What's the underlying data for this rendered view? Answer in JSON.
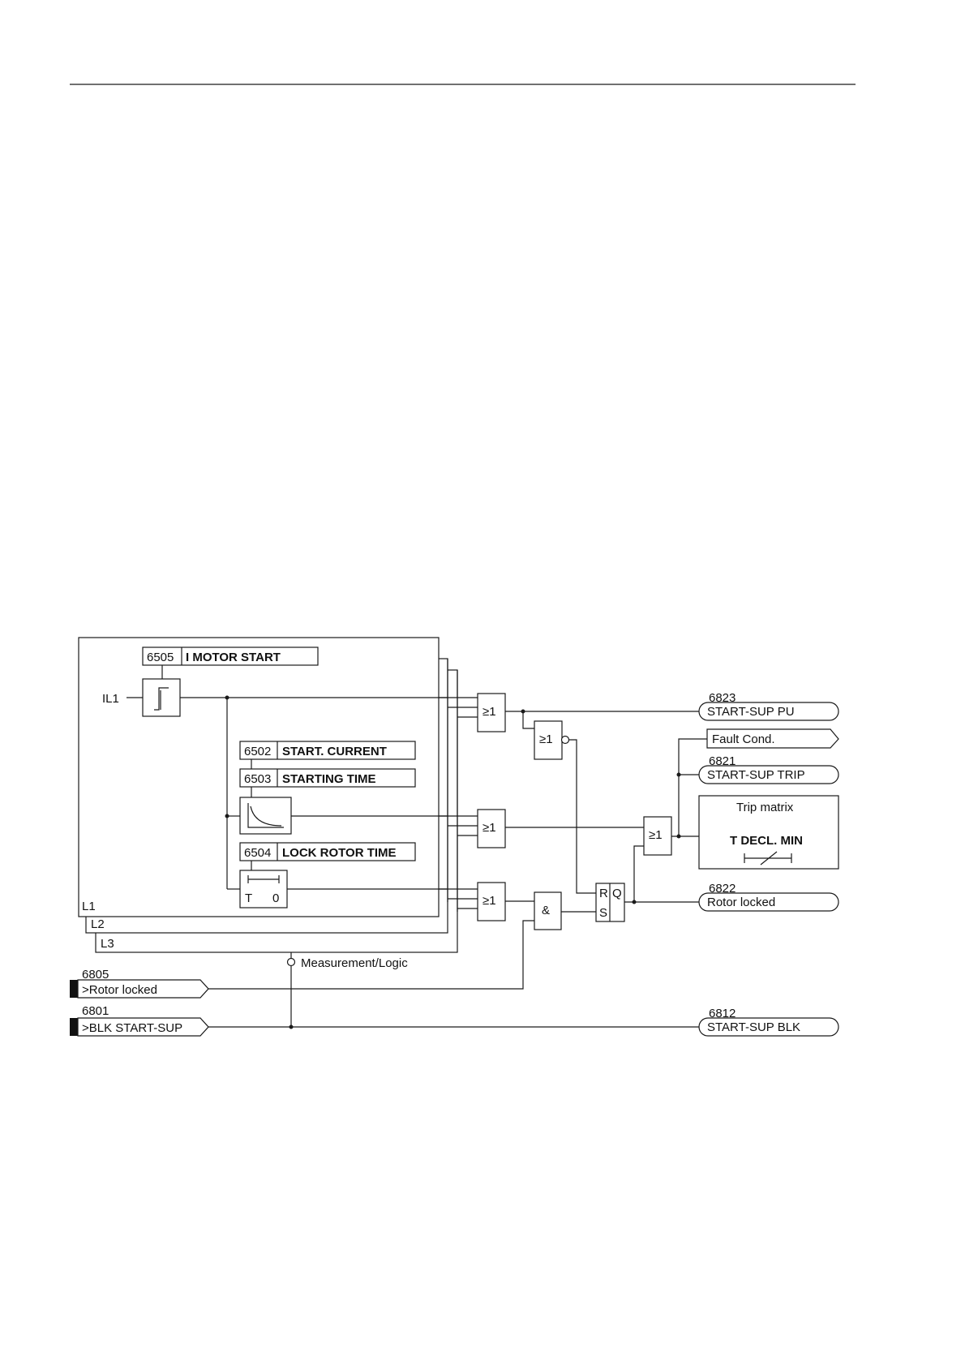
{
  "diagram": {
    "params": {
      "p6505": {
        "num": "6505",
        "name": "I MOTOR START"
      },
      "p6502": {
        "num": "6502",
        "name": "START. CURRENT"
      },
      "p6503": {
        "num": "6503",
        "name": "STARTING TIME"
      },
      "p6504": {
        "num": "6504",
        "name": "LOCK ROTOR TIME"
      }
    },
    "input_label": "IL1",
    "phases": [
      "L1",
      "L2",
      "L3"
    ],
    "timer": {
      "t": "T",
      "zero": "0"
    },
    "gates": {
      "or": "≥1",
      "and": "&"
    },
    "flipflop": {
      "r": "R",
      "s": "S",
      "q": "Q"
    },
    "measurement_label": "Measurement/Logic",
    "inputs": [
      {
        "num": "6805",
        "label": ">Rotor locked"
      },
      {
        "num": "6801",
        "label": ">BLK START-SUP"
      }
    ],
    "outputs": {
      "o6823": {
        "num": "6823",
        "label": "START-SUP PU"
      },
      "fault": {
        "label": "Fault Cond."
      },
      "o6821": {
        "num": "6821",
        "label": "START-SUP TRIP"
      },
      "o6822": {
        "num": "6822",
        "label": "Rotor locked"
      },
      "o6812": {
        "num": "6812",
        "label": "START-SUP BLK"
      }
    },
    "trip_matrix": {
      "title": "Trip matrix",
      "param": "T DECL. MIN"
    }
  }
}
